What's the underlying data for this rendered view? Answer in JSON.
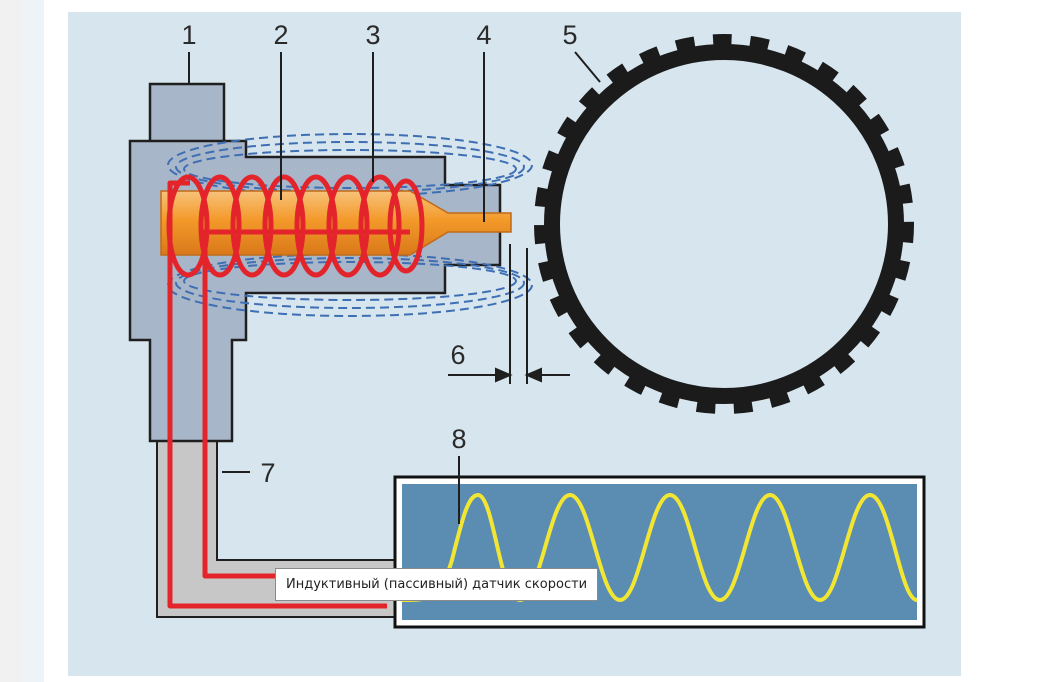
{
  "diagram": {
    "callouts": [
      "1",
      "2",
      "3",
      "4",
      "5",
      "6",
      "7",
      "8"
    ],
    "tooltip": "Индуктивный (пассивный) датчик скорости",
    "colors": {
      "background": "#d7e5ee",
      "sensor_body": "#a8b6ca",
      "coil": "#e3242b",
      "core": "#f0a030",
      "field_lines": "#3f6fb3",
      "gear": "#1b1b1b",
      "cable": "#c7c7c7",
      "screen": "#5b8db3",
      "signal": "#f2e633"
    },
    "icons": [
      "induction-sensor",
      "toothed-reluctor-ring",
      "coil",
      "magnetic-core",
      "oscilloscope-sine-wave"
    ]
  }
}
